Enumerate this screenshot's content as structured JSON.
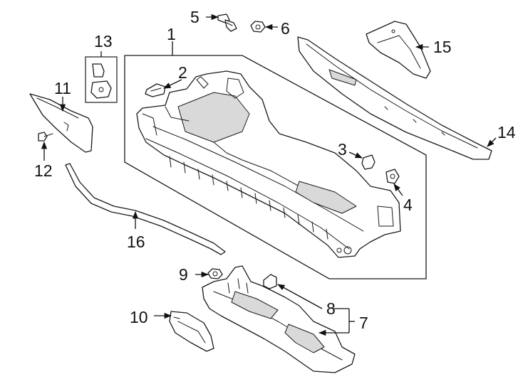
{
  "callouts": {
    "c1": "1",
    "c2": "2",
    "c3": "3",
    "c4": "4",
    "c5": "5",
    "c6": "6",
    "c7": "7",
    "c8": "8",
    "c9": "9",
    "c10": "10",
    "c11": "11",
    "c12": "12",
    "c13": "13",
    "c14": "14",
    "c15": "15",
    "c16": "16"
  },
  "colors": {
    "line": "#1a1a1a",
    "shade": "#d9d9d9",
    "background": "#ffffff"
  }
}
